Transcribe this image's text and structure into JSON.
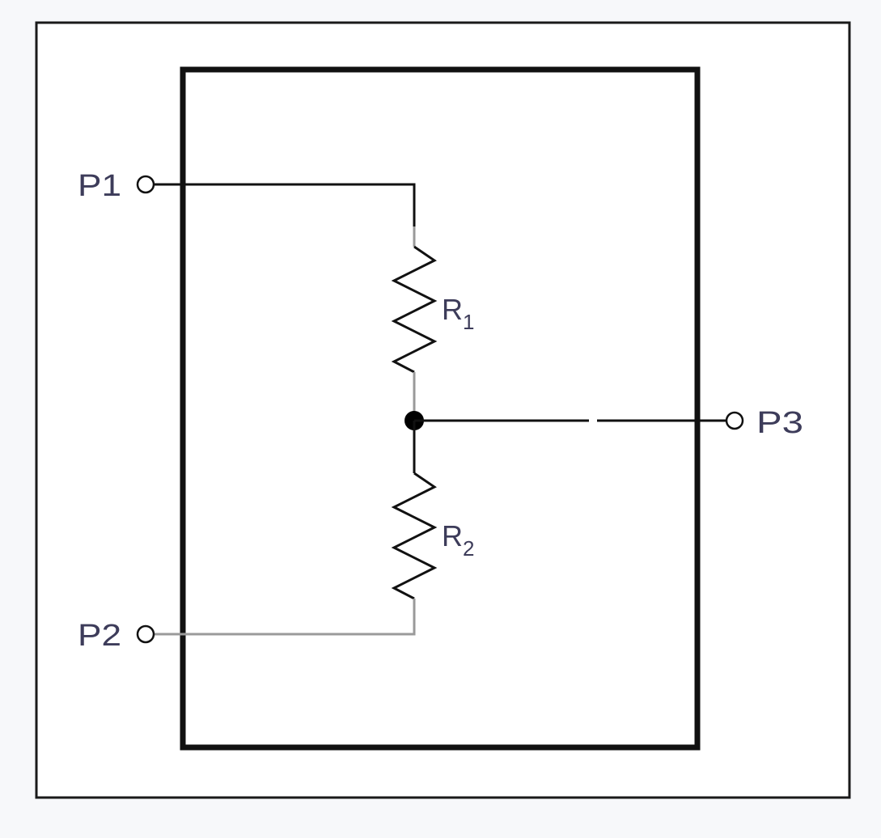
{
  "diagram": {
    "ports": {
      "p1": "P1",
      "p2": "P2",
      "p3": "P3"
    },
    "resistors": {
      "r1": {
        "base": "R",
        "sub": "1"
      },
      "r2": {
        "base": "R",
        "sub": "2"
      }
    }
  },
  "colors": {
    "page_background": "#f7f8fa",
    "panel_background": "#ffffff",
    "frame": "#111111",
    "wire": "#111111",
    "wire_light": "#9a9a9a",
    "label": "#3d3c5a"
  }
}
